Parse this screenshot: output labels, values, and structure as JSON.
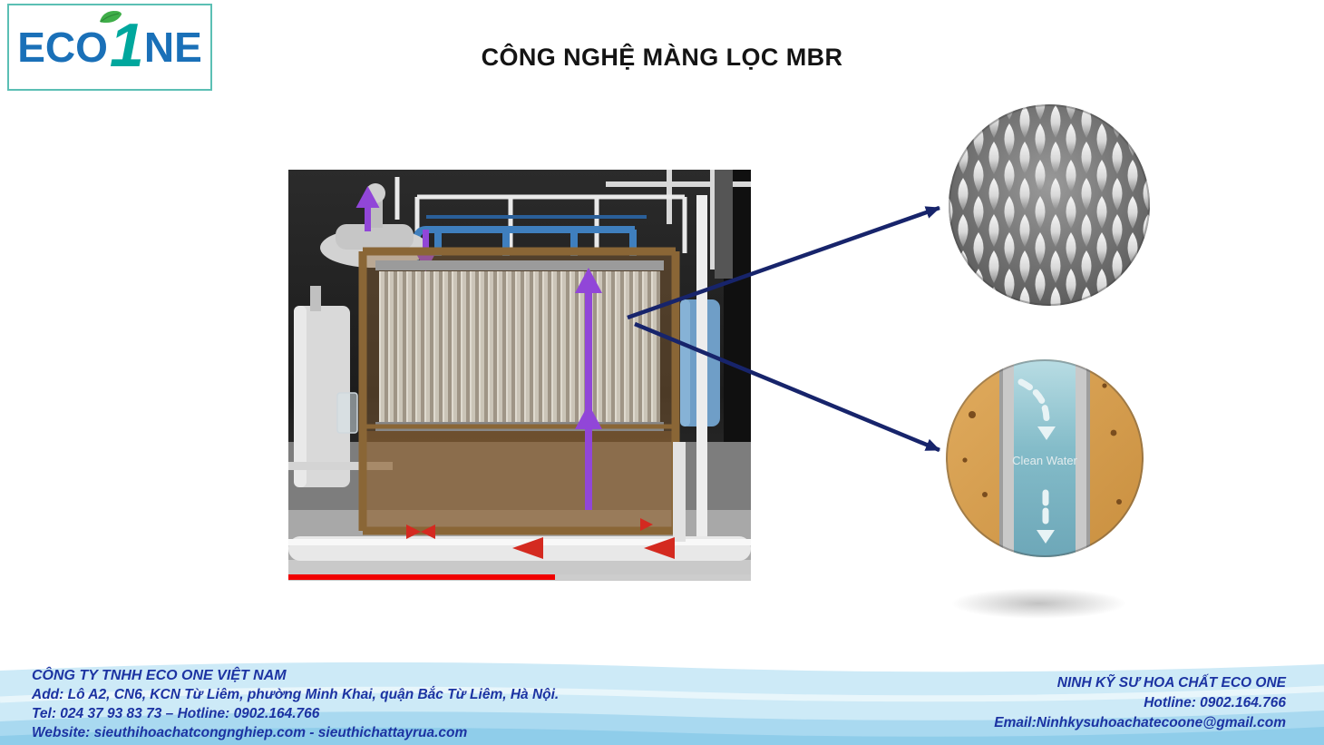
{
  "logo": {
    "eco": "ECO",
    "one": "1",
    "ne": "NE"
  },
  "title": "CÔNG NGHỆ MÀNG LỌC MBR",
  "circles": {
    "clean_water_label": "Clean Water"
  },
  "footer": {
    "left": {
      "company": "CÔNG TY TNHH ECO ONE VIỆT NAM",
      "address": "Add: Lô A2, CN6, KCN Từ Liêm, phường Minh Khai, quận Bắc Từ Liêm, Hà Nội.",
      "tel": "Tel: 024 37 93 83 73 – Hotline: 0902.164.766",
      "website": "Website: sieuthihoachatcongnghiep.com - sieuthichattayrua.com"
    },
    "right": {
      "name": "NINH KỸ SƯ HOA CHẤT ECO ONE",
      "hotline": "Hotline: 0902.164.766",
      "email": "Email:Ninhkysuhoachatecoone@gmail.com"
    }
  },
  "colors": {
    "logo_blue": "#1a70b8",
    "logo_teal": "#00a79d",
    "connector_navy": "#17246b",
    "footer_text_blue": "#1c33a2",
    "footer_band_blue": "#a9d9f0",
    "purple_arrow": "#9146d8",
    "progress_red": "#f00000"
  }
}
